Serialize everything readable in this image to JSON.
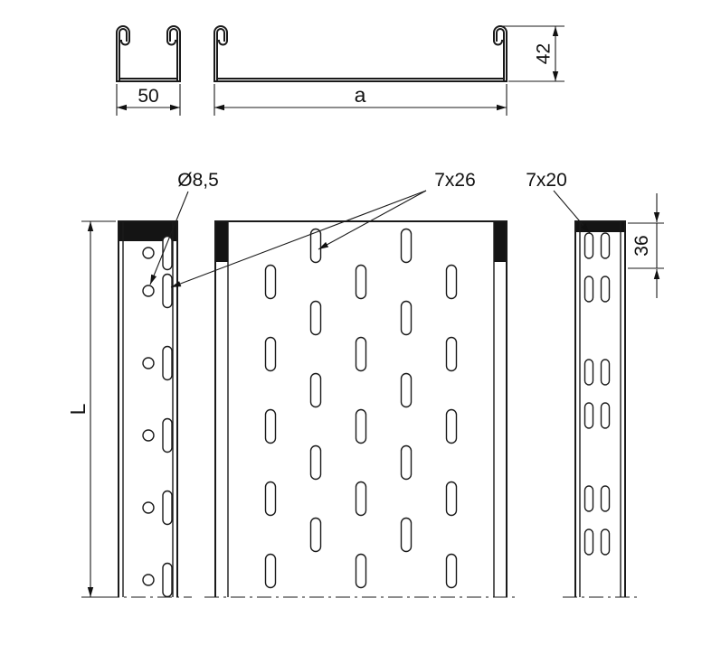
{
  "labels": {
    "small_width": "50",
    "large_width": "a",
    "profile_height": "42",
    "tray_length": "L",
    "hole_diameter": "Ø8,5",
    "slot_main": "7x26",
    "slot_side": "7x20",
    "side_spacing": "36"
  }
}
